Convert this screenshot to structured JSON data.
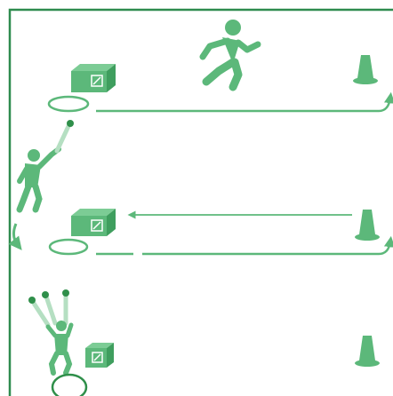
{
  "colors": {
    "frame": "#2e8b4e",
    "primary": "#5cb87a",
    "dark_accent": "#2f8f4a",
    "background": "#ffffff"
  },
  "rows": [
    {
      "id": "row-1",
      "figure": "runner-icon",
      "objects": [
        "box-icon",
        "cone-icon",
        "hoop-ring"
      ],
      "path": "return-arrow-right"
    },
    {
      "id": "row-2",
      "figure": "thrower-icon",
      "objects": [
        "box-icon",
        "cone-icon",
        "hoop-ring"
      ],
      "path": "return-arrow-right",
      "extra": [
        "throw-arrow-left",
        "curved-arrow-down"
      ]
    },
    {
      "id": "row-3",
      "figure": "juggler-icon",
      "objects": [
        "box-icon",
        "cone-icon",
        "hoop-ring"
      ],
      "extra": [
        "juggling-sticks"
      ]
    }
  ]
}
